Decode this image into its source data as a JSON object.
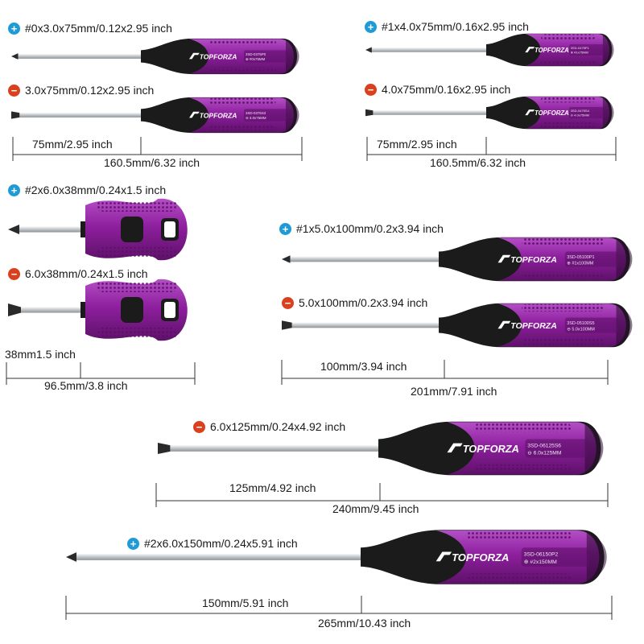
{
  "brand": "TOPFORZA",
  "colors": {
    "handle": "#8e1f9e",
    "handle_light": "#b04cc2",
    "grip": "#1b1b1b",
    "shaft": "#cfd3d6",
    "plus_badge": "#1e9bd6",
    "minus_badge": "#d9411e",
    "dim_line": "#333333"
  },
  "items": [
    {
      "type": "phillips",
      "label": "#0x3.0x75mm/0.12x2.95 inch",
      "code": "3SD-0375P0",
      "marking": "⊕ #0x75MM"
    },
    {
      "type": "slotted",
      "label": "3.0x75mm/0.12x2.95 inch",
      "code": "3SD-0375S3",
      "marking": "⊖ 3.0x75MM"
    },
    {
      "type": "phillips",
      "label": "#1x4.0x75mm/0.16x2.95 inch",
      "code": "3SD-0475P1",
      "marking": "⊕ #1x75MM"
    },
    {
      "type": "slotted",
      "label": "4.0x75mm/0.16x2.95 inch",
      "code": "3SD-0475S4",
      "marking": "⊖ 4.0x75MM"
    },
    {
      "type": "phillips",
      "label": "#2x6.0x38mm/0.24x1.5 inch",
      "code": "",
      "marking": ""
    },
    {
      "type": "slotted",
      "label": "6.0x38mm/0.24x1.5 inch",
      "code": "",
      "marking": ""
    },
    {
      "type": "phillips",
      "label": "#1x5.0x100mm/0.2x3.94 inch",
      "code": "3SD-05100P1",
      "marking": "⊕ #1x100MM"
    },
    {
      "type": "slotted",
      "label": "5.0x100mm/0.2x3.94 inch",
      "code": "3SD-05100S5",
      "marking": "⊖ 5.0x100MM"
    },
    {
      "type": "slotted",
      "label": "6.0x125mm/0.24x4.92 inch",
      "code": "3SD-06125S6",
      "marking": "⊖ 6.0x125MM"
    },
    {
      "type": "phillips",
      "label": "#2x6.0x150mm/0.24x5.91 inch",
      "code": "3SD-06150P2",
      "marking": "⊕ #2x150MM"
    }
  ],
  "dimensions": {
    "group1_shaft": "75mm/2.95 inch",
    "group1_total": "160.5mm/6.32 inch",
    "group2_shaft": "75mm/2.95 inch",
    "group2_total": "160.5mm/6.32 inch",
    "group3_shaft": "38mm1.5 inch",
    "group3_total": "96.5mm/3.8 inch",
    "group4_shaft": "100mm/3.94 inch",
    "group4_total": "201mm/7.91 inch",
    "group5_shaft": "125mm/4.92 inch",
    "group5_total": "240mm/9.45 inch",
    "group6_shaft": "150mm/5.91 inch",
    "group6_total": "265mm/10.43 inch"
  },
  "badges": {
    "plus": "+",
    "minus": "−"
  }
}
